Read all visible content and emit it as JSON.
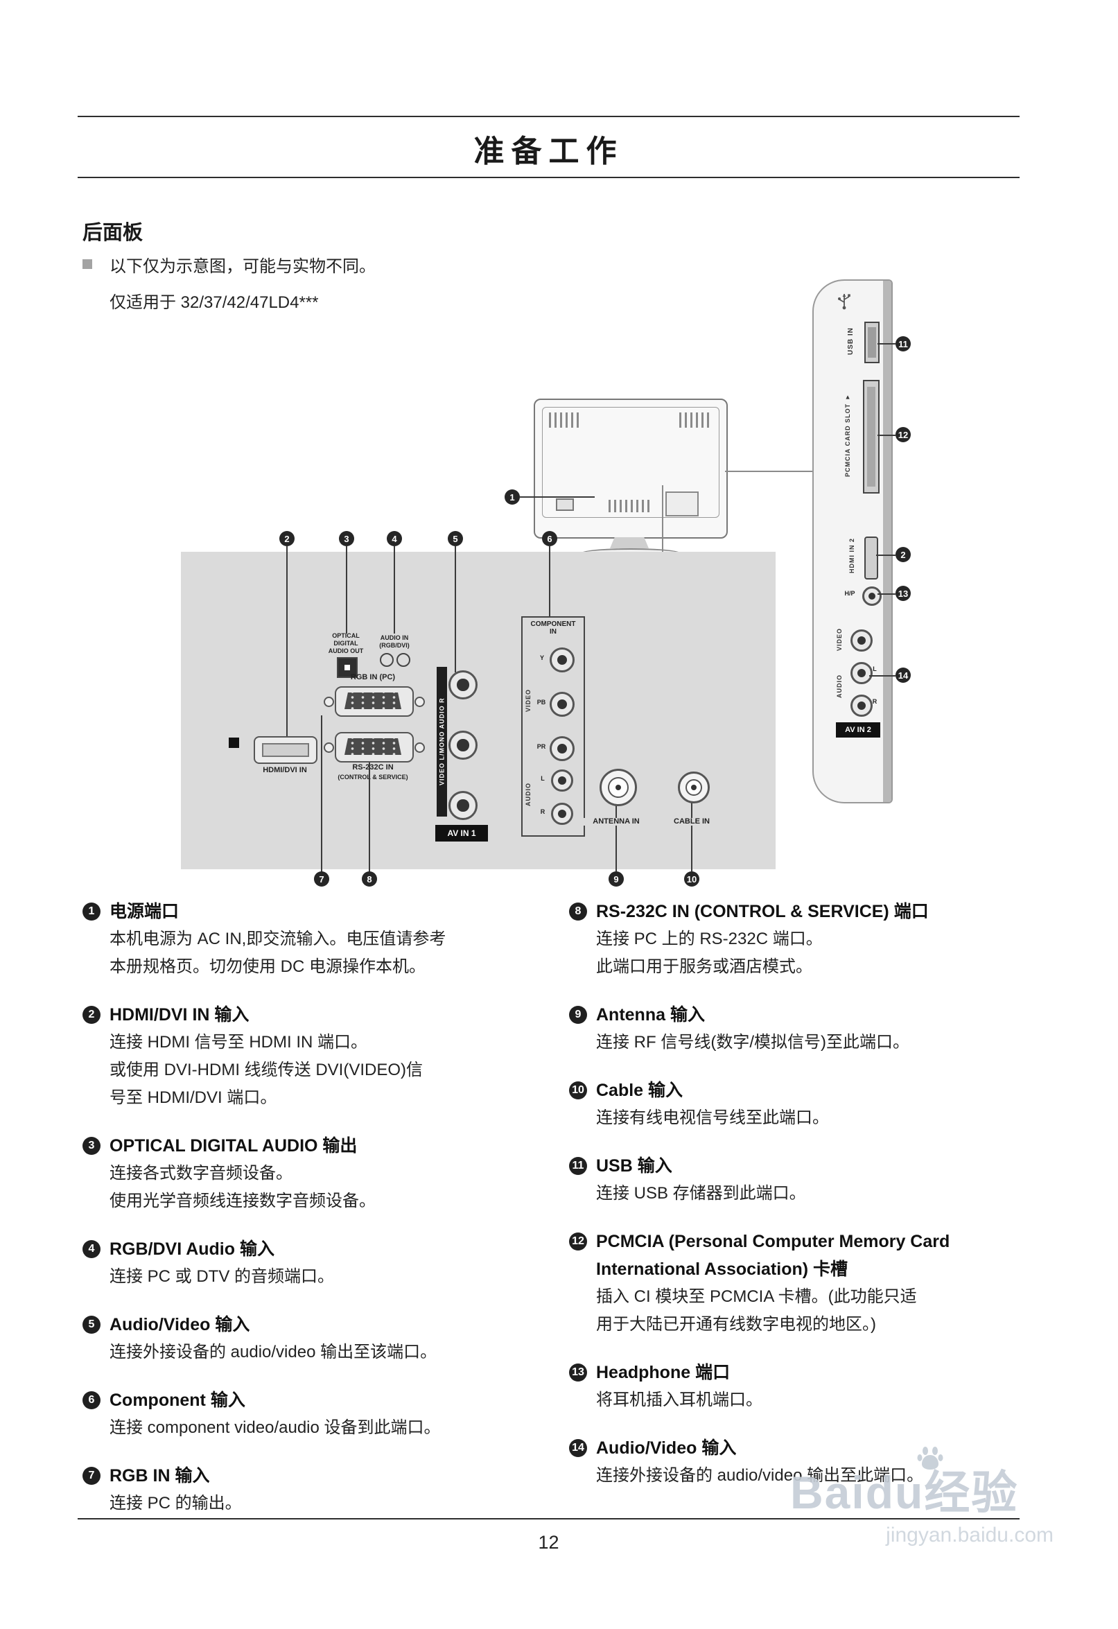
{
  "page": {
    "title": "准备工作",
    "number": "12"
  },
  "intro": {
    "heading": "后面板",
    "note": "以下仅为示意图，可能与实物不同。",
    "model": "仅适用于 32/37/42/47LD4***"
  },
  "diagram": {
    "optical_label_1": "OPTICAL",
    "optical_label_2": "DIGITAL",
    "optical_label_3": "AUDIO OUT",
    "audio_in_label_1": "AUDIO IN",
    "audio_in_label_2": "(RGB/DVI)",
    "rgb_label": "RGB IN (PC)",
    "rs232_label_1": "RS-232C IN",
    "rs232_label_2": "(CONTROL & SERVICE)",
    "hdmi_label": "HDMI/DVI IN",
    "av1_strip": "VIDEO L/MONO AUDIO R",
    "av1_label": "AV IN 1",
    "component_label_1": "COMPONENT",
    "component_label_2": "IN",
    "video_label": "VIDEO",
    "audio_label": "AUDIO",
    "jack_y": "Y",
    "jack_pb": "PB",
    "jack_pr": "PR",
    "jack_l": "L",
    "jack_r": "R",
    "antenna_label": "ANTENNA IN",
    "cable_label": "CABLE IN",
    "side": {
      "usb_label": "USB IN",
      "pcmcia_label": "PCMCIA CARD SLOT ▼",
      "hdmi2_label": "HDMI IN 2",
      "hp_label": "H/P",
      "video_label": "VIDEO",
      "audio_label": "AUDIO",
      "l": "L",
      "r": "R",
      "av2_label": "AV IN 2"
    },
    "callouts": {
      "n1": "1",
      "n2": "2",
      "n3": "3",
      "n4": "4",
      "n5": "5",
      "n6": "6",
      "n7": "7",
      "n8": "8",
      "n9": "9",
      "n10": "10",
      "n11": "11",
      "n12": "12",
      "n13": "13",
      "n14": "14"
    }
  },
  "items_left": [
    {
      "num": "1",
      "title": "电源端口",
      "lines": [
        "本机电源为 AC IN,即交流输入。电压值请参考",
        "本册规格页。切勿使用 DC 电源操作本机。"
      ]
    },
    {
      "num": "2",
      "title": "HDMI/DVI IN 输入",
      "lines": [
        "连接 HDMI 信号至 HDMI IN 端口。",
        "或使用 DVI-HDMI 线缆传送 DVI(VIDEO)信",
        "号至 HDMI/DVI 端口。"
      ]
    },
    {
      "num": "3",
      "title": "OPTICAL DIGITAL AUDIO 输出",
      "lines": [
        "连接各式数字音频设备。",
        "使用光学音频线连接数字音频设备。"
      ]
    },
    {
      "num": "4",
      "title": "RGB/DVI Audio 输入",
      "lines": [
        "连接 PC 或 DTV 的音频端口。"
      ]
    },
    {
      "num": "5",
      "title": "Audio/Video 输入",
      "lines": [
        "连接外接设备的 audio/video 输出至该端口。"
      ]
    },
    {
      "num": "6",
      "title": "Component 输入",
      "lines": [
        "连接 component video/audio 设备到此端口。"
      ]
    },
    {
      "num": "7",
      "title": "RGB IN 输入",
      "lines": [
        "连接 PC 的输出。"
      ]
    }
  ],
  "items_right": [
    {
      "num": "8",
      "title": "RS-232C IN (CONTROL & SERVICE) 端口",
      "lines": [
        "连接 PC 上的 RS-232C 端口。",
        "此端口用于服务或酒店模式。"
      ]
    },
    {
      "num": "9",
      "title": "Antenna 输入",
      "lines": [
        "连接 RF 信号线(数字/模拟信号)至此端口。"
      ]
    },
    {
      "num": "10",
      "title": "Cable 输入",
      "lines": [
        "连接有线电视信号线至此端口。"
      ]
    },
    {
      "num": "11",
      "title": "USB 输入",
      "lines": [
        "连接 USB 存储器到此端口。"
      ]
    },
    {
      "num": "12",
      "title": "PCMCIA (Personal Computer Memory Card International Association) 卡槽",
      "lines": [
        "插入 CI 模块至 PCMCIA 卡槽。(此功能只适",
        "用于大陆已开通有线数字电视的地区。)"
      ]
    },
    {
      "num": "13",
      "title": "Headphone 端口",
      "lines": [
        "将耳机插入耳机端口。"
      ]
    },
    {
      "num": "14",
      "title": "Audio/Video 输入",
      "lines": [
        "连接外接设备的 audio/video 输出至此端口。"
      ]
    }
  ],
  "watermark": {
    "text": "Baidu经验",
    "url": "jingyan.baidu.com"
  }
}
